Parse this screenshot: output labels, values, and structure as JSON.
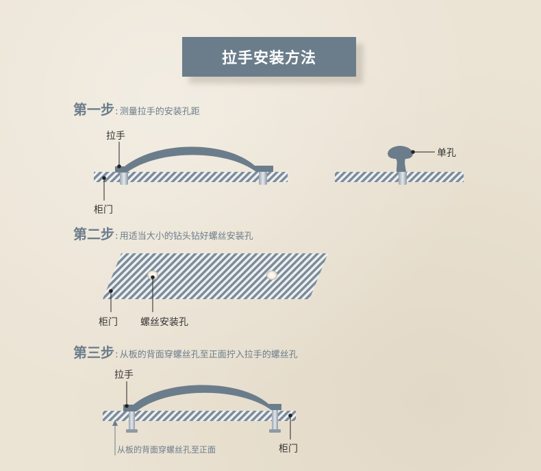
{
  "title": "拉手安装方法",
  "colors": {
    "accent": "#6b7d8b",
    "handle": "#6b7d8b",
    "board_stripe": "#7d8c98",
    "background": "#ebe3d4",
    "label_text": "#333333"
  },
  "steps": [
    {
      "label": "第一步",
      "desc": "测量拉手的安装孔距"
    },
    {
      "label": "第二步",
      "desc": "用适当大小的钻头钻好螺丝安装孔"
    },
    {
      "label": "第三步",
      "desc": "从板的背面穿螺丝孔至正面拧入拉手的螺丝孔"
    }
  ],
  "annotations": {
    "step1_handle": "拉手",
    "step1_cabinet_door": "柜门",
    "step1_single_hole": "单孔",
    "step2_cabinet_door": "柜门",
    "step2_screw_hole": "螺丝安装孔",
    "step3_handle": "拉手",
    "step3_from_back": "从板的背面穿螺丝孔至正面",
    "step3_cabinet_door": "柜门"
  }
}
